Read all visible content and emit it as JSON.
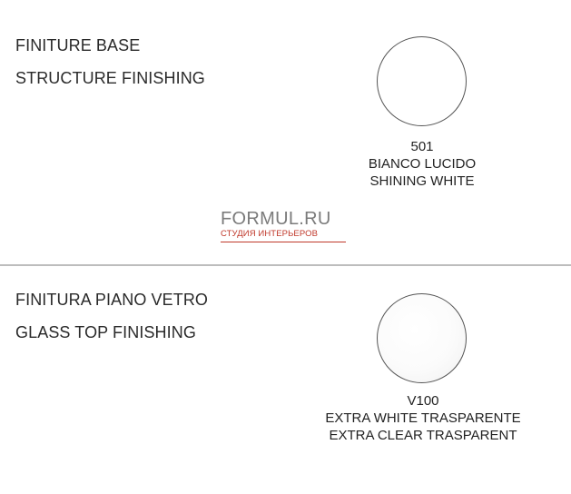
{
  "base_section": {
    "title_it": "FINITURE BASE",
    "title_en": "STRUCTURE FINISHING",
    "swatch": {
      "code": "501",
      "name_it": "BIANCO LUCIDO",
      "name_en": "SHINING WHITE",
      "color": "#ffffff"
    }
  },
  "watermark": {
    "brand": "FORMUL.RU",
    "tagline": "СТУДИЯ ИНТЕРЬЕРОВ"
  },
  "glass_section": {
    "title_it": "FINITURA PIANO VETRO",
    "title_en": "GLASS TOP FINISHING",
    "swatch": {
      "code": "V100",
      "name_it": "EXTRA WHITE TRASPARENTE",
      "name_en": "EXTRA CLEAR TRASPARENT",
      "color": "#f7f7f7"
    }
  }
}
